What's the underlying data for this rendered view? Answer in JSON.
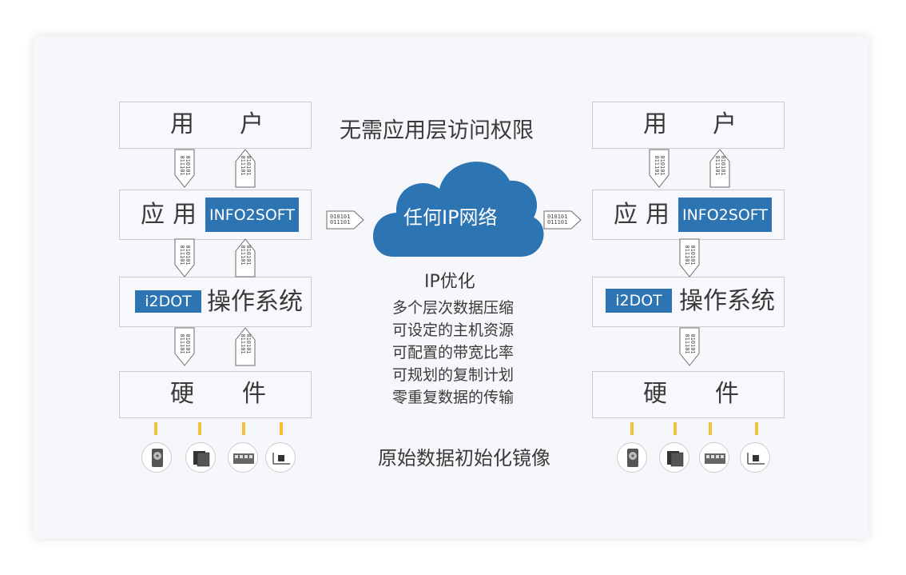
{
  "left": {
    "user": {
      "c1": "用",
      "c2": "户"
    },
    "app": {
      "c1": "应",
      "c2": "用",
      "product": "INFO2SOFT"
    },
    "os": {
      "product": "i2DOT",
      "label": "操作系统"
    },
    "hw": {
      "c1": "硬",
      "c2": "件"
    }
  },
  "right": {
    "user": {
      "c1": "用",
      "c2": "户"
    },
    "app": {
      "c1": "应",
      "c2": "用",
      "product": "INFO2SOFT"
    },
    "os": {
      "product": "i2DOT",
      "label": "操作系统"
    },
    "hw": {
      "c1": "硬",
      "c2": "件"
    }
  },
  "center": {
    "top_caption": "无需应用层访问权限",
    "cloud_label": "任何IP网络",
    "opt_title": "IP优化",
    "features": [
      "多个层次数据压缩",
      "可设定的主机资源",
      "可配置的带宽比率",
      "可规划的复制计划",
      "零重复数据的传输"
    ],
    "bottom_caption": "原始数据初始化镜像"
  },
  "binary": {
    "row1": "010101",
    "row2": "011101"
  },
  "hardware_icons": [
    "hard-disk-icon",
    "server-icon",
    "storage-array-icon",
    "network-card-icon"
  ],
  "colors": {
    "accent": "#2d74b3",
    "connector": "#f4bf3a",
    "box_border": "#c9ccd2"
  }
}
